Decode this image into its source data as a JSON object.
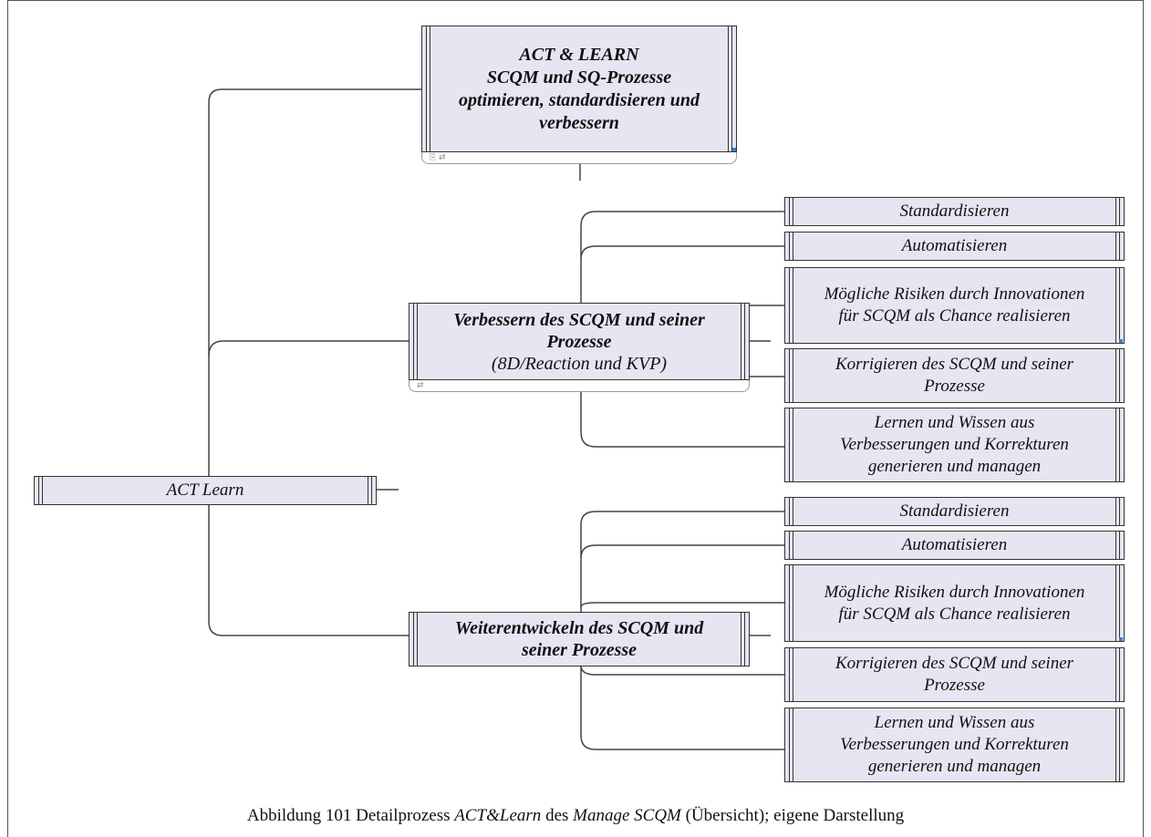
{
  "root": {
    "label": "ACT Learn"
  },
  "top_node": {
    "lines": [
      "ACT & LEARN",
      "SCQM und SQ-Prozesse",
      "optimieren, standardisieren und",
      "verbessern"
    ]
  },
  "branch_verbessern": {
    "title_lines": [
      "Verbessern des SCQM und seiner",
      "Prozesse"
    ],
    "subtitle": "(8D/Reaction und KVP)",
    "children": [
      {
        "lines": [
          "Standardisieren"
        ]
      },
      {
        "lines": [
          "Automatisieren"
        ]
      },
      {
        "lines": [
          "Mögliche Risiken durch Innovationen",
          "für SCQM  als Chance realisieren"
        ]
      },
      {
        "lines": [
          "Korrigieren des SCQM und seiner",
          "Prozesse"
        ]
      },
      {
        "lines": [
          "Lernen und Wissen aus",
          "Verbesserungen und Korrekturen",
          "generieren und managen"
        ]
      }
    ]
  },
  "branch_weiterentwickeln": {
    "title_lines": [
      "Weiterentwickeln des SCQM und",
      "seiner Prozesse"
    ],
    "children": [
      {
        "lines": [
          "Standardisieren"
        ]
      },
      {
        "lines": [
          "Automatisieren"
        ]
      },
      {
        "lines": [
          "Mögliche Risiken durch Innovationen",
          "für SCQM  als Chance realisieren"
        ]
      },
      {
        "lines": [
          "Korrigieren des SCQM und seiner",
          "Prozesse"
        ]
      },
      {
        "lines": [
          "Lernen und Wissen aus",
          "Verbesserungen und Korrekturen",
          "generieren und managen"
        ]
      }
    ]
  },
  "caption": {
    "prefix": "Abbildung 101 Detailprozess ",
    "italic1": "ACT&Learn",
    "middle": " des ",
    "italic2": "Manage SCQM",
    "suffix": " (Übersicht); eigene Darstellung"
  },
  "colors": {
    "node_fill": "#e6e6f2",
    "line": "#333333",
    "accent": "#3c7fd8"
  }
}
